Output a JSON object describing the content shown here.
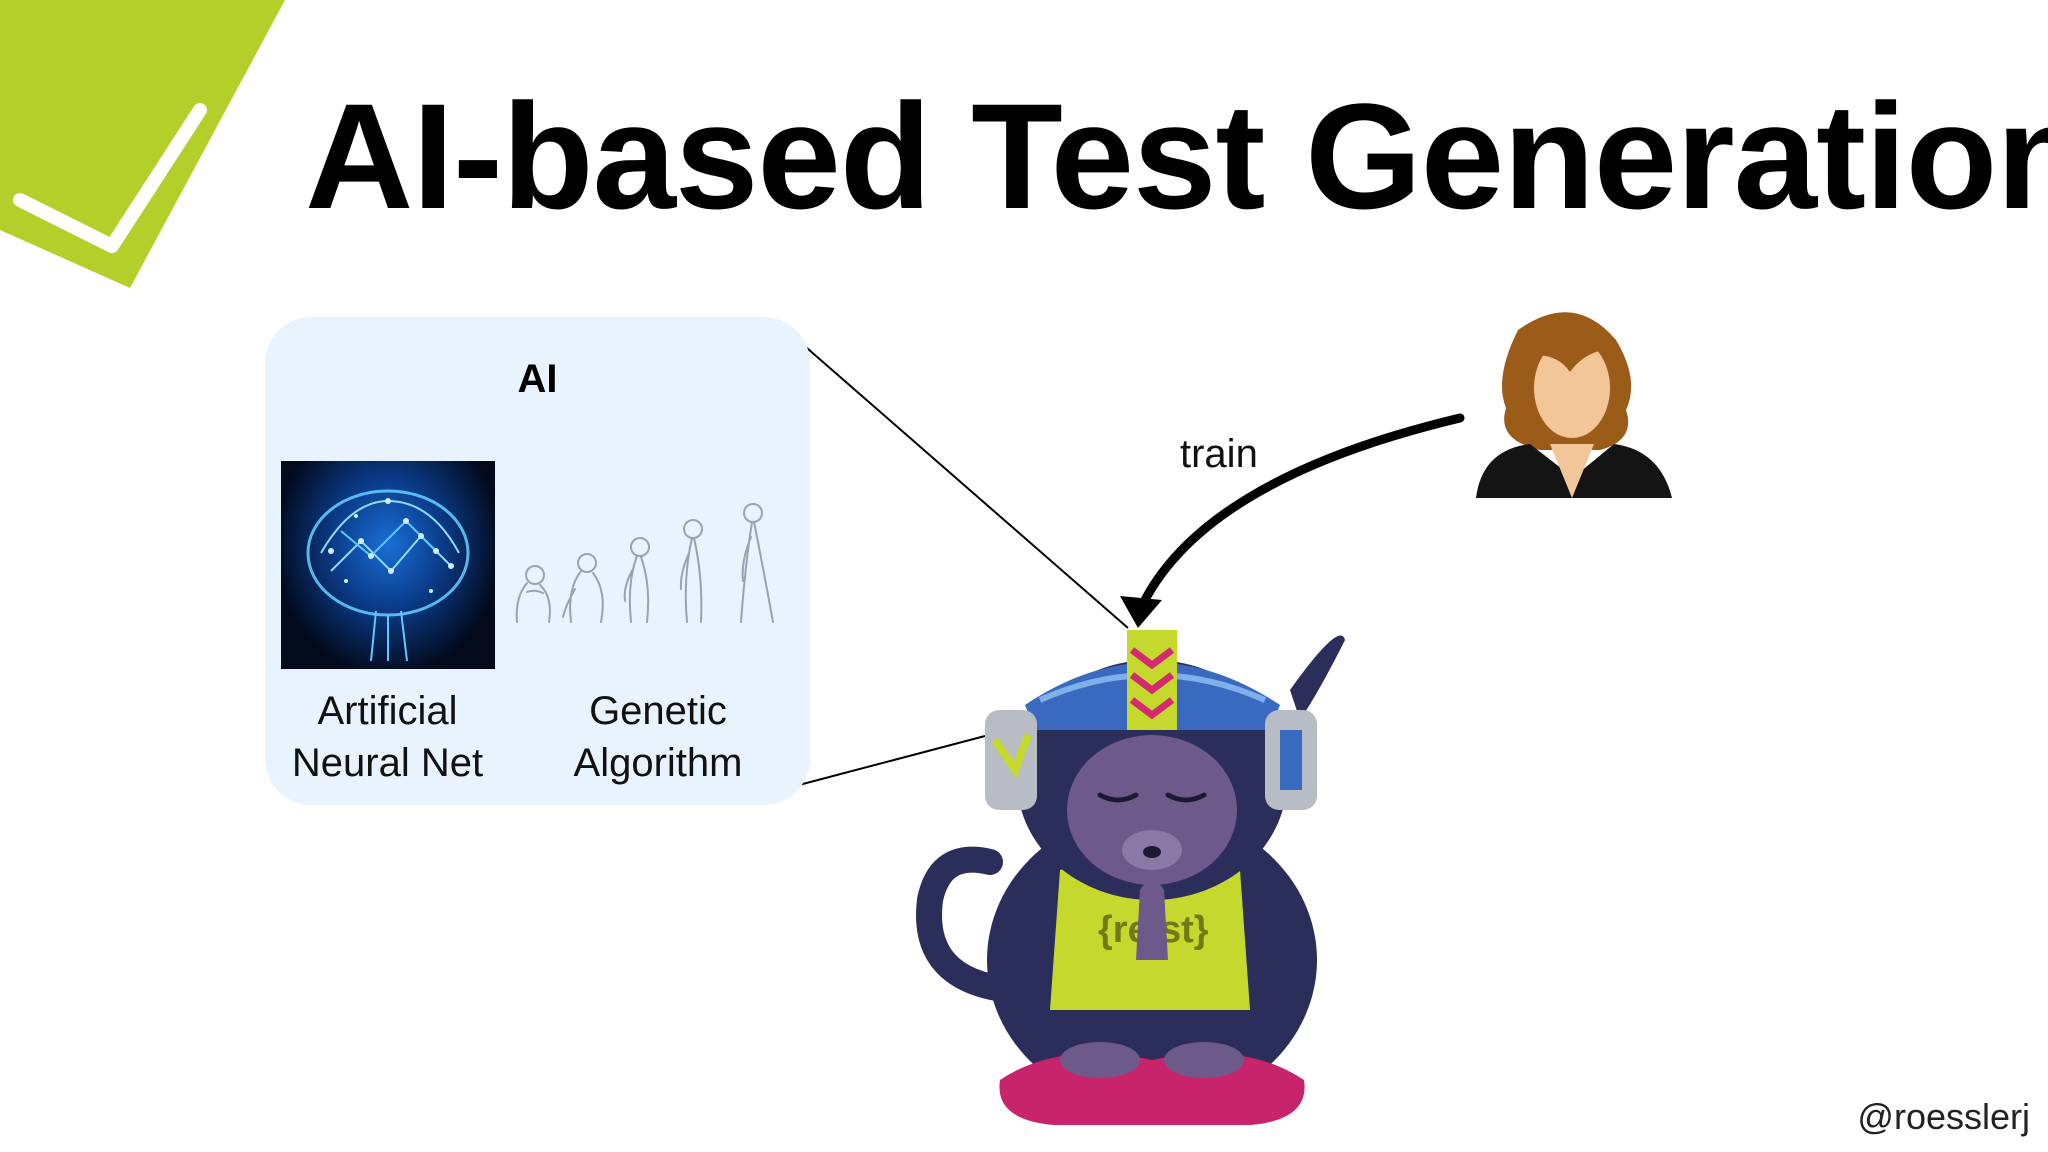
{
  "slide": {
    "title": "AI-based Test Generation",
    "ai_box": {
      "heading": "AI",
      "items": [
        {
          "label": "Artificial\nNeural Net",
          "icon": "neural-network-brain-image"
        },
        {
          "label": "Genetic\nAlgorithm",
          "icon": "evolution-illustration"
        }
      ]
    },
    "arrow_label": "train",
    "handle": "@roesslerj",
    "colors": {
      "logo_green": "#b5cf2a",
      "ai_box_bg": "#e8f3fd",
      "monkey_body": "#2b2e5a",
      "monkey_shirt": "#c4d82e",
      "monkey_legs": "#c8246b"
    }
  }
}
